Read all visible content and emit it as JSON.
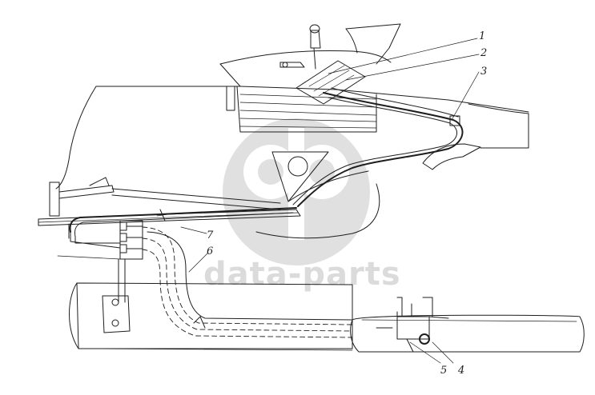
{
  "diagram": {
    "callouts": [
      {
        "id": "c1",
        "label": "1"
      },
      {
        "id": "c2",
        "label": "2"
      },
      {
        "id": "c3",
        "label": "3"
      },
      {
        "id": "c4",
        "label": "4"
      },
      {
        "id": "c5",
        "label": "5"
      },
      {
        "id": "c6",
        "label": "6"
      },
      {
        "id": "c7",
        "label": "7"
      }
    ]
  },
  "watermark": {
    "text": "data-parts",
    "color": "#c8c8c8"
  }
}
